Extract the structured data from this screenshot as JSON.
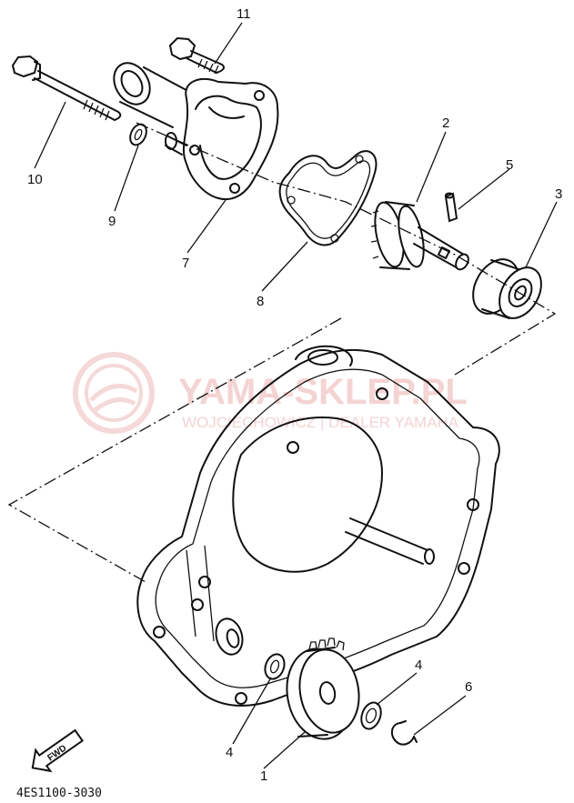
{
  "callouts": [
    {
      "id": "11",
      "text": "11"
    },
    {
      "id": "10",
      "text": "10"
    },
    {
      "id": "9",
      "text": "9"
    },
    {
      "id": "7",
      "text": "7"
    },
    {
      "id": "8",
      "text": "8"
    },
    {
      "id": "2",
      "text": "2"
    },
    {
      "id": "5",
      "text": "5"
    },
    {
      "id": "3",
      "text": "3"
    },
    {
      "id": "4a",
      "text": "4"
    },
    {
      "id": "4b",
      "text": "4"
    },
    {
      "id": "6",
      "text": "6"
    },
    {
      "id": "1",
      "text": "1"
    }
  ],
  "fwd_arrow": {
    "text": "FWD"
  },
  "diagram_code": "4ES1100-3030",
  "watermark": {
    "brand": "YAMA-SKLEP.PL",
    "tagline": "WOJCIECHOWICZ | DEALER YAMAHA"
  },
  "colors": {
    "ink": "#111111",
    "watermark": "#e8a0a0"
  }
}
